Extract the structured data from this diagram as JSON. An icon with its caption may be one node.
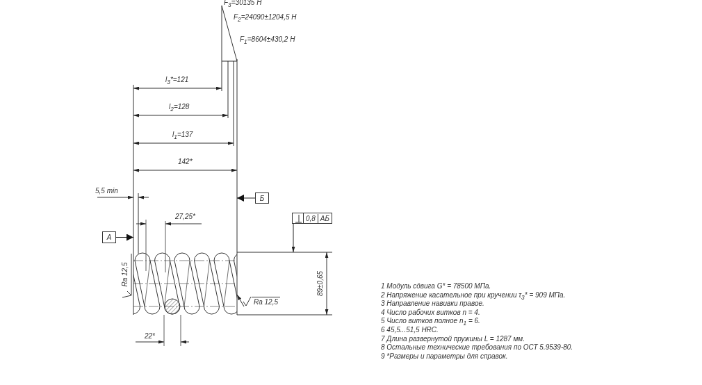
{
  "diagram": {
    "nodes": [
      {
        "text": [],
        "shape": "picture"
      },
      {
        "text": [
          "А"
        ]
      },
      {
        "text": [
          "Б"
        ]
      },
      {
        "text": [
          "0,8",
          "АБ"
        ]
      },
      {
        "text": [
          "Ra 12,5"
        ]
      }
    ],
    "edges": [
      {
        "from": 1,
        "to": 0,
        "arrow": "to"
      },
      {
        "from": 2,
        "to": 0,
        "arrow": "to"
      },
      {
        "from": 3,
        "to": null,
        "arrow": "to"
      },
      {
        "from": 4,
        "to": 0,
        "arrow": "to"
      }
    ],
    "labels": [
      "F$_{3}$=30135 Н",
      "F$_{2}$=24090±1204,5 Н",
      "F$_{1}$=8604±430,2 Н",
      "l$_{3}$*=121",
      "l$_{2}$=128",
      "l$_{1}$=137",
      "142*",
      "5,5 min",
      "27,25*",
      "Ra 12,5",
      "89±0,65",
      "22*",
      "1  Модуль сдвига G* = 78500 МПа.",
      "2  Напряжение касательное при кручении τ$_{3}$* = 909 МПа.",
      "3  Направление навивки правое.",
      "4  Число рабочих витков n = 4.",
      "5  Число витков полное n$_{1}$ = 6.",
      "6  45,5...51,5 HRC.",
      "7  Длина развернутой пружины L = 1287 мм.",
      "8  Остальные технические требования по ОСТ 5.9539-80.",
      "9  *Размеры и параметры для справок."
    ]
  }
}
